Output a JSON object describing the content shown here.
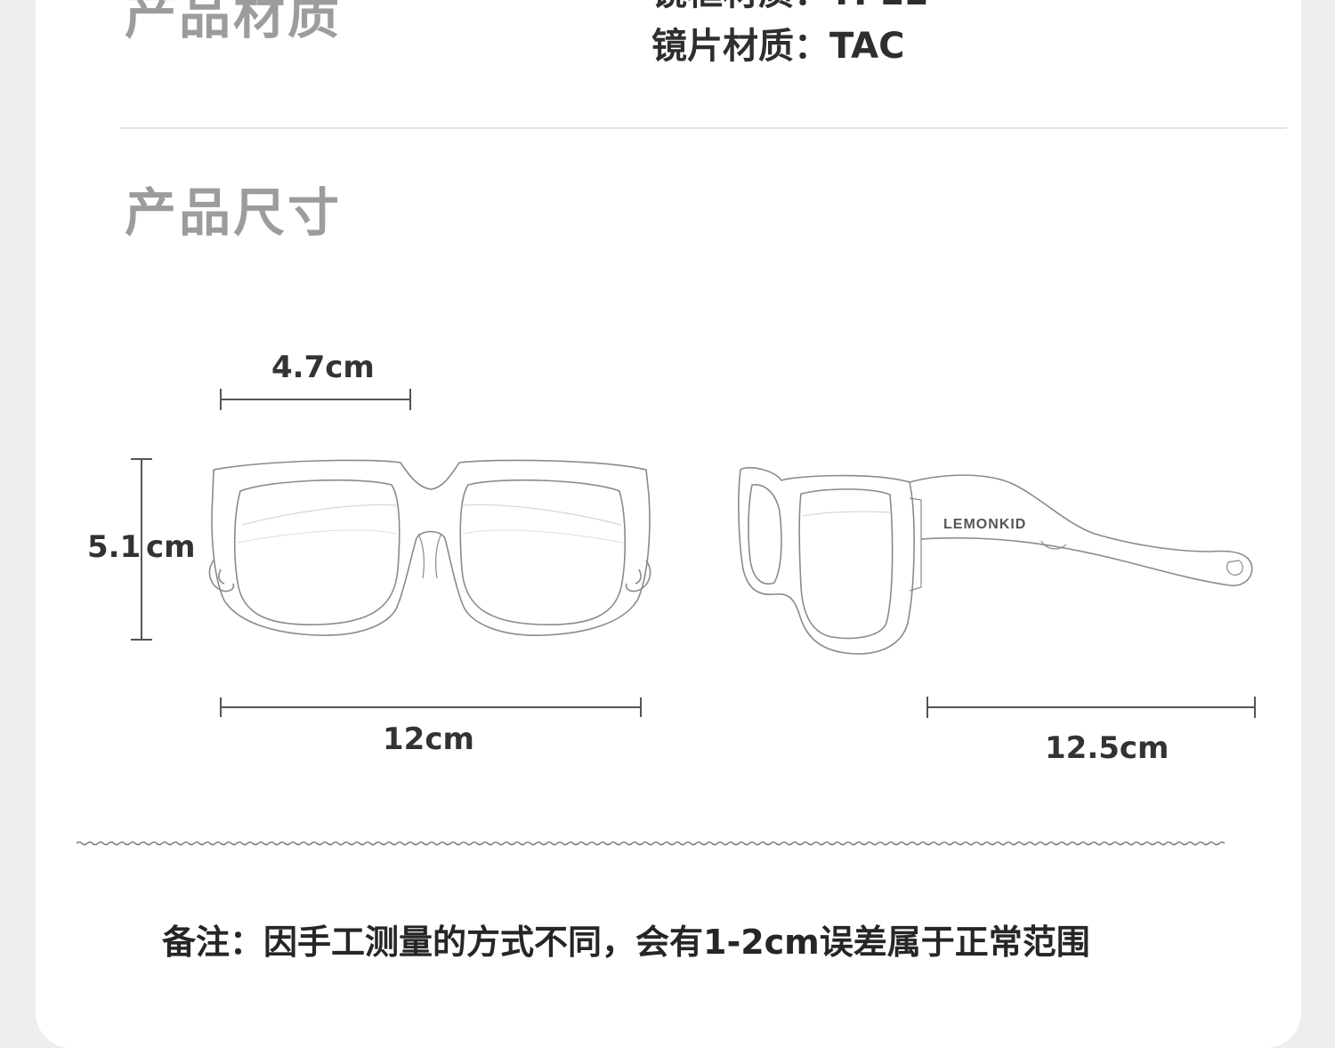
{
  "materials": {
    "section_title": "产品材质",
    "frame_material": "镜框材质：TPEE",
    "lens_material": "镜片材质：TAC"
  },
  "size": {
    "section_title": "产品尺寸",
    "lens_width": "4.7cm",
    "frame_height": "5.1",
    "frame_height_unit": "cm",
    "frame_width": "12cm",
    "temple_length": "12.5cm",
    "brand_on_temple": "LEMONKID"
  },
  "footer": {
    "note": "备注：因手工测量的方式不同，会有1-2cm误差属于正常范围"
  },
  "colors": {
    "page_bg": "#eeeeee",
    "card_bg": "#ffffff",
    "title_gray": "#9c9c9c",
    "text_dark": "#2e2e2e",
    "outline": "#8a8a8a"
  }
}
